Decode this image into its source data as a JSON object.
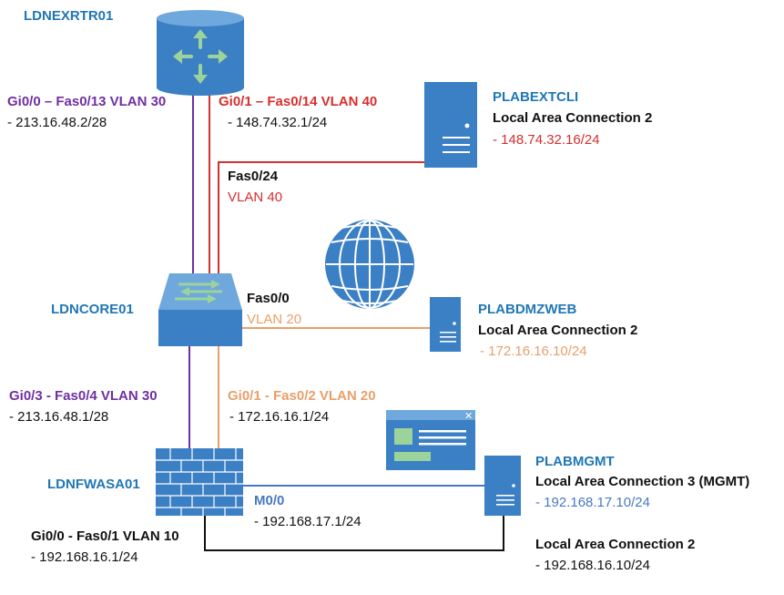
{
  "colors": {
    "device_label": "#1f77b4",
    "black": "#111111",
    "purple": "#7030a0",
    "red": "#d62f2f",
    "orange": "#e8a06a",
    "blue": "#4a78c2",
    "device_fill": "#3b7fc4",
    "device_light": "#6fa8dc",
    "arrow_green": "#9bd39b"
  },
  "devices": {
    "router": {
      "name": "LDNEXRTR01",
      "icon": "router-icon"
    },
    "switch": {
      "name": "LDNCORE01",
      "icon": "switch-icon"
    },
    "firewall": {
      "name": "LDNFWASA01",
      "icon": "firewall-icon"
    },
    "extcli": {
      "name": "PLABEXTCLI",
      "iface": "Local Area Connection 2",
      "ip": " - 148.74.32.16/24",
      "icon": "server-icon"
    },
    "dmzweb": {
      "name": "PLABDMZWEB",
      "iface": "Local Area Connection 2",
      "ip": " - 172.16.16.10/24",
      "icon": "server-icon"
    },
    "mgmt": {
      "name": "PLABMGMT",
      "iface": "Local Area Connection 3 (MGMT)",
      "ip": " - 192.168.17.10/24",
      "icon": "server-icon",
      "iface2": "Local Area Connection 2",
      "ip2": " - 192.168.16.10/24"
    }
  },
  "links": {
    "rtr_gi00": {
      "label": "Gi0/0 – Fas0/13 VLAN 30",
      "ip": " - 213.16.48.2/28"
    },
    "rtr_gi01": {
      "label": "Gi0/1 – Fas0/14 VLAN 40",
      "ip": " - 148.74.32.1/24"
    },
    "sw_fas024": {
      "port": "Fas0/24",
      "vlan": "VLAN 40"
    },
    "sw_fas00": {
      "port": "Fas0/0",
      "vlan": "VLAN 20"
    },
    "fw_gi03": {
      "label": "Gi0/3 - Fas0/4 VLAN 30",
      "ip": " - 213.16.48.1/28"
    },
    "fw_gi01": {
      "label": "Gi0/1 - Fas0/2 VLAN 20",
      "ip": " - 172.16.16.1/24"
    },
    "fw_m00": {
      "port": "M0/0",
      "ip": " - 192.168.17.1/24"
    },
    "fw_gi00": {
      "label": "Gi0/0 - Fas0/1 VLAN 10",
      "ip": " - 192.168.16.1/24"
    }
  },
  "icons": {
    "internet": "globe-icon",
    "mgmt_app": "application-window-icon"
  }
}
